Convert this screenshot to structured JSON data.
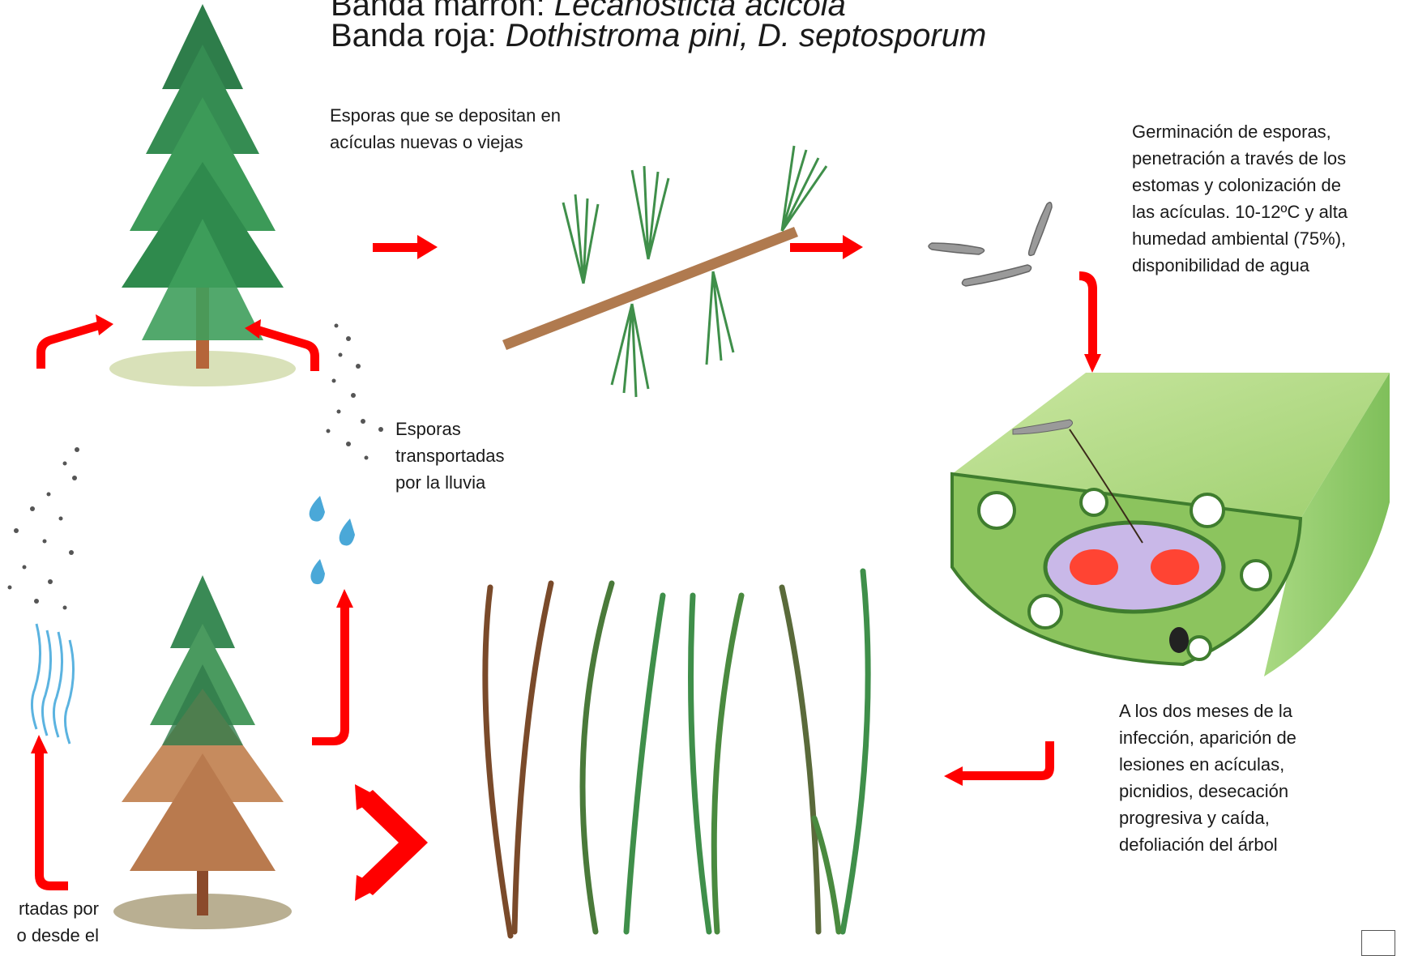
{
  "titles": {
    "line1_prefix": "Banda marrón: ",
    "line1_species": "Lecanosticta acicola",
    "line2_prefix": "Banda roja: ",
    "line2_species": "Dothistroma pini, D. septosporum"
  },
  "captions": {
    "deposit": [
      "Esporas que se depositan en",
      "acículas nuevas o viejas"
    ],
    "germination": [
      "Germinación de esporas,",
      "penetración  a través de los",
      "estomas y colonización de",
      "las acículas. 10-12ºC y alta",
      "humedad ambiental (75%),",
      "disponibilidad de agua"
    ],
    "rain": [
      "Esporas",
      "transportadas",
      "por la lluvia"
    ],
    "lesions": [
      "A los dos meses de la",
      "infección, aparición de",
      "lesiones en acículas,",
      "picnidios, desecación",
      "progresiva y caída,",
      "defoliación del árbol"
    ],
    "wind": [
      "rtadas por",
      "o desde el"
    ]
  },
  "colors": {
    "arrow": "#ff0000",
    "needle_green": "#3f8f4a",
    "trunk": "#a0522d",
    "leaf_block": "#9ccf6e",
    "water": "#4aa8d8"
  },
  "icons": {
    "healthy_tree": "healthy-pine-tree",
    "infected_tree": "infected-pine-tree",
    "branch": "pine-branch",
    "germinating_spores": "germinating-spores",
    "cross_section": "needle-cross-section",
    "infected_needles": "infected-needles",
    "raindrops": "raindrops",
    "wind": "wind-lines"
  }
}
